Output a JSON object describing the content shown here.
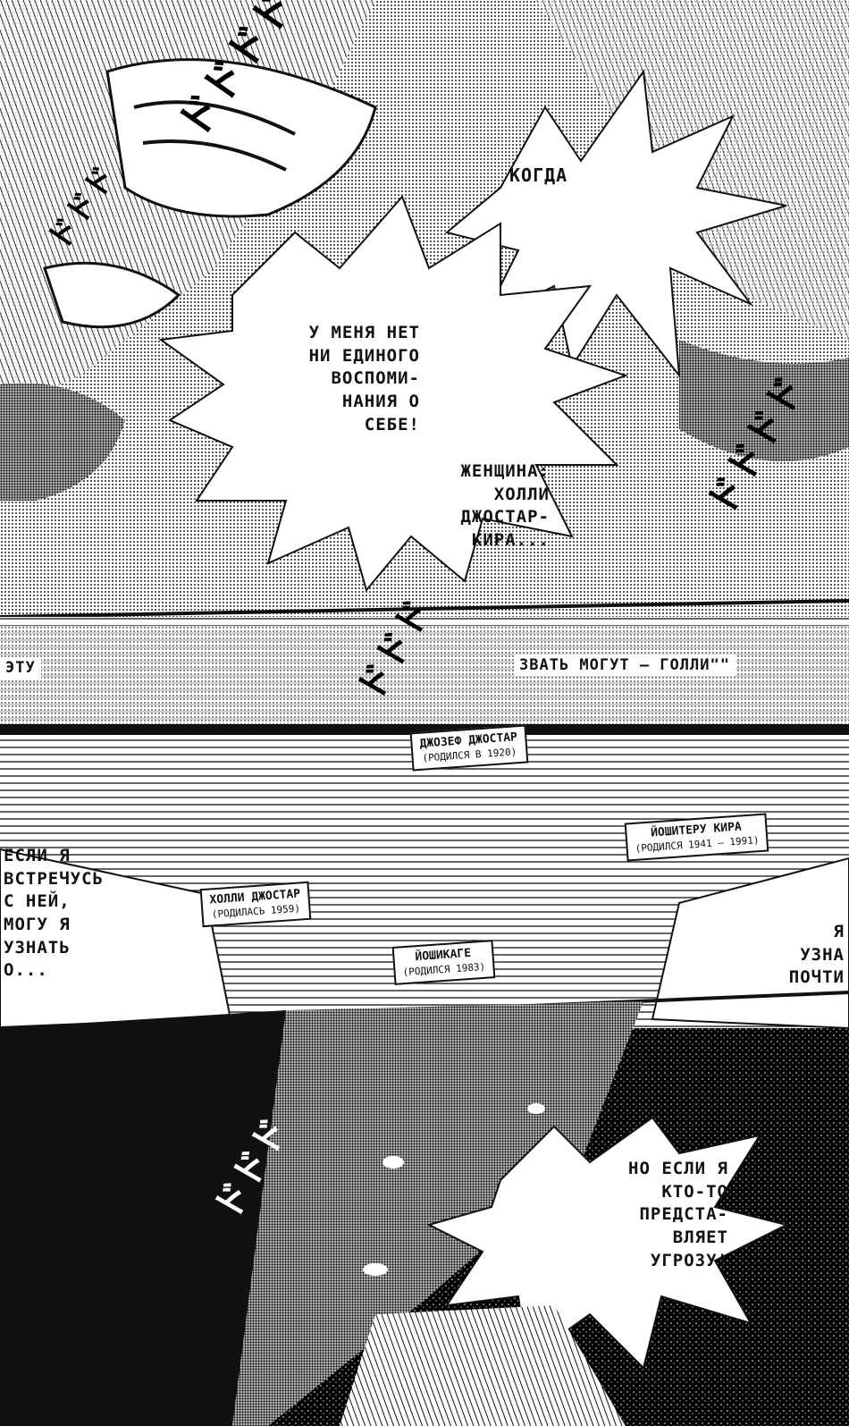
{
  "panels": {
    "top": {
      "sfx_top": "ドドドド",
      "sfx_left": "ドドド",
      "sfx_right": "ドドドド",
      "bubble_kogda": "КОГДА",
      "bubble_menya": "У МЕНЯ НЕТ\nНИ ЕДИНОГО\nВОСПОМИ-\nНАНИЯ О\nСЕБЕ!",
      "bubble_zhenshchina": "ЖЕНЩИНА:\nХОЛЛИ\nДЖОСТАР-\nКИРА..."
    },
    "middle": {
      "banner_left": "ЭТУ",
      "banner_right": "ЗВАТЬ МОГУТ – ГОЛЛИ\"\"",
      "sfx_middle": "ドドド",
      "bubble_left": "ЕСЛИ Я\nВСТРЕЧУСЬ\nС НЕЙ,\nМОГУ Я\nУЗНАТЬ\nО...",
      "bubble_right": "Я\nУЗНА\nПОЧТИ",
      "captions": [
        {
          "name": "ДЖОЗЕФ ДЖОСТАР",
          "sub": "(РОДИЛСЯ В 1920)"
        },
        {
          "name": "ЙОШИТЕРУ КИРА",
          "sub": "(РОДИЛСЯ 1941 – 1991)"
        },
        {
          "name": "ХОЛЛИ ДЖОСТАР",
          "sub": "(РОДИЛАСЬ 1959)"
        },
        {
          "name": "ЙОШИКАГЕ",
          "sub": "(РОДИЛСЯ 1983)"
        }
      ]
    },
    "bottom": {
      "sfx_bottom": "ドドド",
      "bubble_bottom": "НО ЕСЛИ Я\nКТО-ТО\nПРЕДСТА-\nВЛЯЕТ\nУГРОЗУ!"
    }
  }
}
